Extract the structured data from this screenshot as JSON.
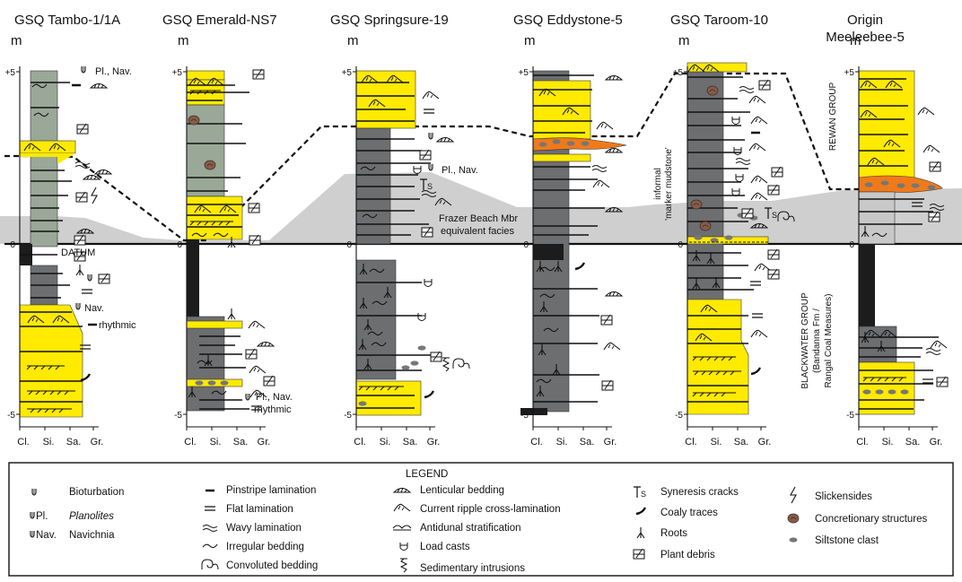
{
  "figure": {
    "axis_unit": "m",
    "datum_label": "DATUM",
    "y_ticks": [
      "+5",
      "0",
      "-5"
    ],
    "grain_sizes": [
      "Cl.",
      "Si.",
      "Sa.",
      "Gr."
    ]
  },
  "logs": [
    {
      "id": "tambo",
      "title": "GSQ Tambo-1/1A"
    },
    {
      "id": "emerald",
      "title": "GSQ Emerald-NS7"
    },
    {
      "id": "springsure",
      "title": "GSQ Springsure-19"
    },
    {
      "id": "eddystone",
      "title": "GSQ Eddystone-5"
    },
    {
      "id": "taroom",
      "title": "GSQ Taroom-10"
    },
    {
      "id": "meeleebee",
      "title_line1": "Origin",
      "title_line2": "Meeleebee-5"
    }
  ],
  "annotations": {
    "tambo_pl_nav": "Pl., Nav.",
    "tambo_nav": "Nav.",
    "tambo_rhythmic": "rhythmic",
    "emerald_pl_nav": "Pl., Nav.",
    "emerald_rhythmic": "rhythmic",
    "springsure_pl_nav": "Pl., Nav.",
    "frazer_1": "Frazer Beach Mbr",
    "frazer_2": "equivalent facies",
    "marker_1": "informal",
    "marker_2": "'marker mudstone'",
    "rewan": "REWAN GROUP",
    "blackwater_1": "BLACKWATER GROUP",
    "blackwater_2": "(Bandanna Fm /",
    "blackwater_3": "Rangal Coal Measures)"
  },
  "legend": {
    "title": "LEGEND",
    "items": [
      {
        "icon": "bioturbation-icon",
        "label": "Bioturbation"
      },
      {
        "icon": "planolites-icon",
        "label": "Planolites",
        "prefix": "Pl."
      },
      {
        "icon": "navichnia-icon",
        "label": "Navichnia",
        "prefix": "Nav."
      },
      {
        "icon": "pinstripe-lamination-icon",
        "label": "Pinstripe lamination"
      },
      {
        "icon": "flat-lamination-icon",
        "label": "Flat lamination"
      },
      {
        "icon": "wavy-lamination-icon",
        "label": "Wavy lamination"
      },
      {
        "icon": "irregular-bedding-icon",
        "label": "Irregular bedding"
      },
      {
        "icon": "convoluted-bedding-icon",
        "label": "Convoluted bedding"
      },
      {
        "icon": "lenticular-bedding-icon",
        "label": "Lenticular bedding"
      },
      {
        "icon": "current-ripple-icon",
        "label": "Current ripple cross-lamination"
      },
      {
        "icon": "antidunal-stratification-icon",
        "label": "Antidunal stratification"
      },
      {
        "icon": "load-casts-icon",
        "label": "Load casts"
      },
      {
        "icon": "sedimentary-intrusions-icon",
        "label": "Sedimentary intrusions"
      },
      {
        "icon": "syneresis-cracks-icon",
        "label": "Syneresis cracks"
      },
      {
        "icon": "coaly-traces-icon",
        "label": "Coaly traces"
      },
      {
        "icon": "roots-icon",
        "label": "Roots"
      },
      {
        "icon": "plant-debris-icon",
        "label": "Plant debris"
      },
      {
        "icon": "slickensides-icon",
        "label": "Slickensides"
      },
      {
        "icon": "concretionary-structures-icon",
        "label": "Concretionary structures"
      },
      {
        "icon": "siltstone-clast-icon",
        "label": "Siltstone clast"
      }
    ]
  },
  "colors": {
    "sandstone": "#ffea00",
    "dark_mudstone": "#6d6e70",
    "green_mudstone": "#9aa898",
    "coal": "#1c1c1c",
    "correlation_band": "#cfcfcf",
    "ferruginous": "#f07a1a",
    "concretion": "#8a5a44",
    "clast": "#777777"
  }
}
